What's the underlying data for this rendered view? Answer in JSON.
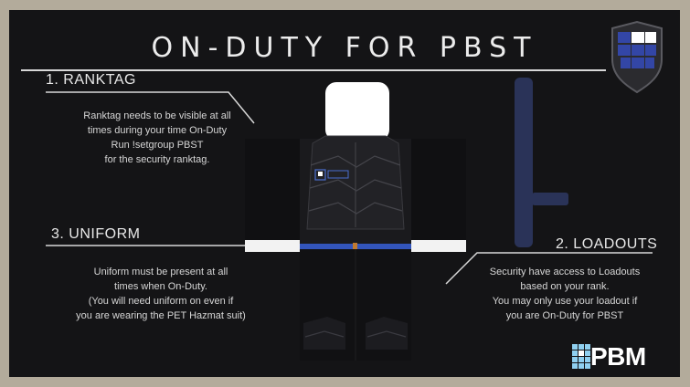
{
  "title": "ON-DUTY FOR PBST",
  "sections": {
    "ranktag": {
      "heading": "1. RANKTAG",
      "lines": [
        "Ranktag needs to be visible at all",
        "times during your time On-Duty",
        "Run !setgroup PBST",
        "for the security ranktag."
      ]
    },
    "uniform": {
      "heading": "3. UNIFORM",
      "lines": [
        "Uniform must be present at all",
        "times when On-Duty.",
        "(You will need uniform on even if",
        "you are wearing the PET Hazmat suit)"
      ]
    },
    "loadouts": {
      "heading": "2. LOADOUTS",
      "lines": [
        "Security have access to Loadouts",
        "based on your rank.",
        "You may only use your loadout if",
        "you are On-Duty for PBST"
      ]
    }
  },
  "logo": {
    "text": "PBM",
    "icon": "pbst-shield-icon",
    "accent": "#3346a6",
    "cube_color": "#8fd0f0"
  },
  "colors": {
    "background": "#141416",
    "belt": "#3355bb",
    "baton": "#2a3358"
  }
}
